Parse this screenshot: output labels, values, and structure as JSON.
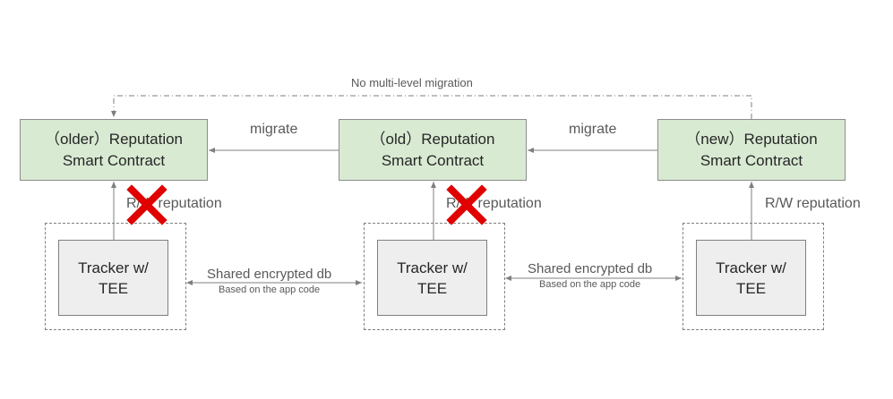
{
  "top_arrow_label": "No multi-level migration",
  "contracts": [
    {
      "line1": "（older）Reputation",
      "line2": "Smart Contract"
    },
    {
      "line1": "（old）Reputation",
      "line2": "Smart Contract"
    },
    {
      "line1": "（new）Reputation",
      "line2": "Smart Contract"
    }
  ],
  "migrate_labels": [
    "migrate",
    "migrate"
  ],
  "rw_labels": [
    "R/W reputation",
    "R/W reputation",
    "R/W reputation"
  ],
  "trackers": [
    {
      "line1": "Tracker w/",
      "line2": "TEE"
    },
    {
      "line1": "Tracker w/",
      "line2": "TEE"
    },
    {
      "line1": "Tracker w/",
      "line2": "TEE"
    }
  ],
  "db_links": [
    {
      "label": "Shared encrypted db",
      "sublabel": "Based on the app code"
    },
    {
      "label": "Shared encrypted db",
      "sublabel": "Based on the app code"
    }
  ],
  "colors": {
    "contract_fill": "#d9ead3",
    "tracker_fill": "#eeeeee",
    "cross": "#e00000"
  }
}
